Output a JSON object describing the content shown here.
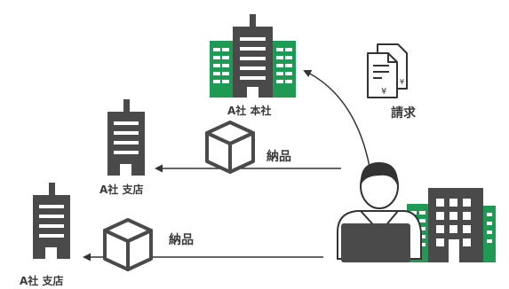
{
  "labels": {
    "hq": "A社 本社",
    "branch_upper": "A社 支店",
    "branch_lower": "A社 支店",
    "invoice": "請求",
    "delivery_upper": "納品",
    "delivery_lower": "納品"
  },
  "icon_names": {
    "hq": "office-building-icon",
    "branch": "tower-building-icon",
    "box": "package-box-icon",
    "invoice": "invoice-documents-icon",
    "person": "person-at-laptop-icon",
    "company": "company-building-icon"
  },
  "colors": {
    "dark": "#4a4a4a",
    "green": "#1e9a55",
    "text": "#3a3a3a",
    "line": "#333333"
  }
}
